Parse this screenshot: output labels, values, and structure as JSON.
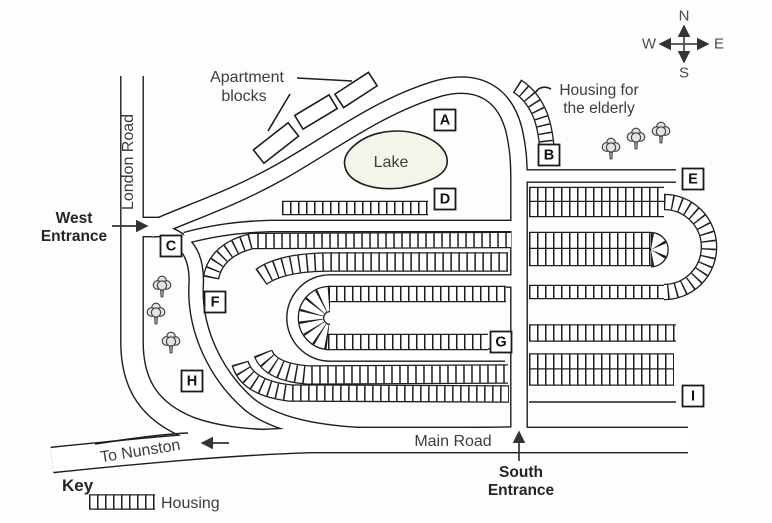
{
  "compass": {
    "n": "N",
    "w": "W",
    "e": "E",
    "s": "S"
  },
  "roads": {
    "london": "London Road",
    "main": "Main Road",
    "nunston": "To Nunston"
  },
  "entrances": {
    "west1": "West",
    "west2": "Entrance",
    "south1": "South",
    "south2": "Entrance"
  },
  "features": {
    "apartment1": "Apartment",
    "apartment2": "blocks",
    "elderly1": "Housing for",
    "elderly2": "the elderly",
    "lake": "Lake"
  },
  "sites": {
    "a": "A",
    "b": "B",
    "c": "C",
    "d": "D",
    "e": "E",
    "f": "F",
    "g": "G",
    "h": "H",
    "i": "I"
  },
  "legend": {
    "title": "Key",
    "housing": "Housing"
  }
}
